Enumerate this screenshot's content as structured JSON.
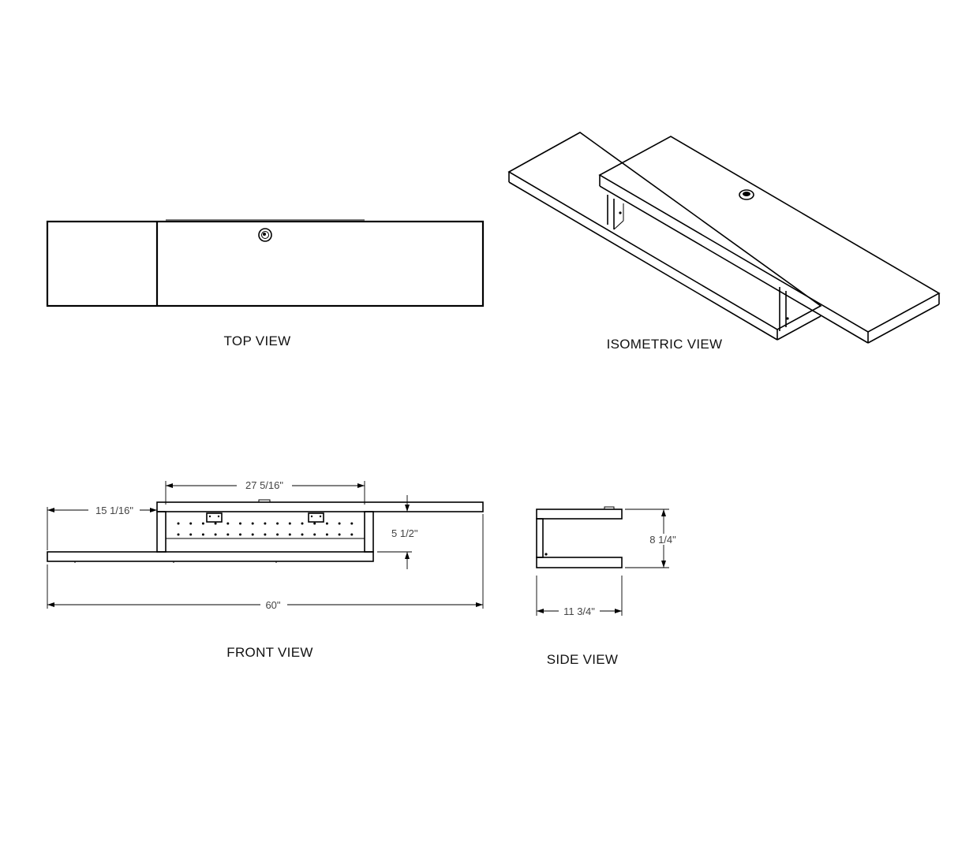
{
  "views": {
    "top": {
      "label": "TOP VIEW"
    },
    "isometric": {
      "label": "ISOMETRIC VIEW"
    },
    "front": {
      "label": "FRONT VIEW"
    },
    "side": {
      "label": "SIDE  VIEW"
    }
  },
  "dimensions": {
    "upper_shelf_span": "27 5/16\"",
    "left_offset": "15 1/16\"",
    "shelf_gap": "5 1/2\"",
    "overall_width": "60\"",
    "overall_height": "8 1/4\"",
    "depth": "11 3/4\""
  },
  "features": {
    "grommet_icon": "grommet-hole-icon",
    "hinge_icon": "bracket-icon"
  }
}
